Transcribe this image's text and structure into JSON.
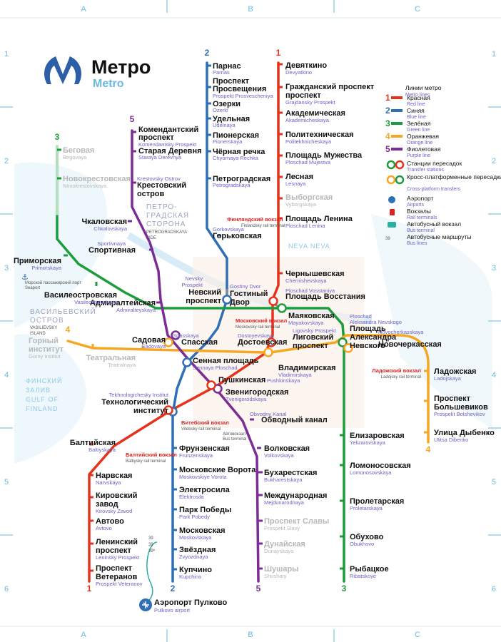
{
  "logo": {
    "title": "Метро",
    "subtitle": "Metro"
  },
  "grid": {
    "columns": [
      "A",
      "B",
      "C"
    ],
    "rows": [
      "1",
      "2",
      "3",
      "4",
      "5",
      "6"
    ]
  },
  "lines": [
    {
      "number": "1",
      "name": "Красная",
      "name_en": "Red line",
      "color": "#e4321b"
    },
    {
      "number": "2",
      "name": "Синяя",
      "name_en": "Blue line",
      "color": "#2f6fb6"
    },
    {
      "number": "3",
      "name": "Зелёная",
      "name_en": "Green line",
      "color": "#1c9c3a"
    },
    {
      "number": "4",
      "name": "Оранжевая",
      "name_en": "Orange line",
      "color": "#f5a623"
    },
    {
      "number": "5",
      "name": "Фиолетовая",
      "name_en": "Purple line",
      "color": "#7b2c95"
    }
  ],
  "legend": {
    "title": "Линии метро",
    "title_en": "Metro lines",
    "transfer": "Станции пересадок",
    "transfer_en": "Transfer stations",
    "cross_platform": "Кросс-платформенные пересадки",
    "cross_platform_en": "Cross-platform transfers",
    "airport": "Аэропорт",
    "airport_en": "Airports",
    "rail": "Вокзалы",
    "rail_en": "Rail terminals",
    "bus_terminal": "Автобусный вокзал",
    "bus_terminal_en": "Bus terminal",
    "bus_routes": "Автобусные маршруты",
    "bus_routes_en": "Bus lines",
    "bus_routes_numbers": "39"
  },
  "stations": {
    "devyatkino": [
      "Девяткино",
      "Devyatkino"
    ],
    "grazhdansky": [
      "Гражданский проспект",
      "Grajdansky Prospekt"
    ],
    "akademicheskaya": [
      "Академическая",
      "Akademicheskaya"
    ],
    "politekhnicheskaya": [
      "Политехническая",
      "Politekhnicheskaya"
    ],
    "muzhestva": [
      "Площадь Мужества",
      "Ploschad Mujestva"
    ],
    "lesnaya": [
      "Лесная",
      "Lesnaya"
    ],
    "vyborgskaya": [
      "Выборгская",
      "Vyborgskaya"
    ],
    "lenina": [
      "Площадь Ленина",
      "Ploschad Lenina"
    ],
    "chernyshevskaya": [
      "Чернышевская",
      "Chernishevskaya"
    ],
    "vosstaniya": [
      "Площадь Восстания",
      "Ploschad Vosstaniya"
    ],
    "parnas": [
      "Парнас",
      "Parnas"
    ],
    "prosvescheniya": [
      "Проспект Просвещения",
      "Prospekt Prosvescheniya"
    ],
    "ozerki": [
      "Озерки",
      "Ozerki"
    ],
    "udelnaya": [
      "Удельная",
      "Udelnaya"
    ],
    "pionerskaya": [
      "Пионерская",
      "Pionerskaya"
    ],
    "chornaya": [
      "Чёрная речка",
      "Chyornaya Rechka"
    ],
    "petrogradskaya": [
      "Петроградская",
      "Petrogradskaya"
    ],
    "gorkovskaya": [
      "Горьковская",
      "Gorkovskaya"
    ],
    "nevsky": [
      "Невский проспект",
      "Nevsky Prospekt"
    ],
    "gostiny": [
      "Гостиный Двор",
      "Gostiny Dvor"
    ],
    "komendantsky": [
      "Комендантский проспект",
      "Komendantsky Prospekt"
    ],
    "staraya": [
      "Старая Деревня",
      "Staraya Derevnya"
    ],
    "krestovsky": [
      "Крестовский остров",
      "Krestovsky Ostrov"
    ],
    "chkalovskaya": [
      "Чкаловская",
      "Chkalovskaya"
    ],
    "sportivnaya": [
      "Спортивная",
      "Sportivnaya"
    ],
    "admiralteyskaya": [
      "Адмиралтейская",
      "Admiralteyskaya"
    ],
    "sadovaya": [
      "Садовая",
      "Sadovaya"
    ],
    "zvenigorodskaya": [
      "Звенигородская",
      "Zvenigorodskaya"
    ],
    "obvodny": [
      "Обводный канал",
      "Obvodny Kanal"
    ],
    "volkovskaya": [
      "Волковская",
      "Volkovskaya"
    ],
    "bukharestskaya": [
      "Бухарестская",
      "Bukharestskaya"
    ],
    "mezhdunarodnaya": [
      "Международная",
      "Mejdunarodnaya"
    ],
    "slavy": [
      "Проспект Славы",
      "Prospekt Slavy"
    ],
    "dunayskaya": [
      "Дунайская",
      "Dunayskaya"
    ],
    "shushary": [
      "Шушары",
      "Shushary"
    ],
    "begovaya": [
      "Беговая",
      "Begovaya"
    ],
    "novokrestovskaya": [
      "Новокрестовская",
      "Novokrestovskaya"
    ],
    "primorskaya": [
      "Приморская",
      "Primorskaya"
    ],
    "vasileostrovskaya": [
      "Василеостровская",
      "Vasileostrovskaya"
    ],
    "mayakovskaya": [
      "Маяковская",
      "Mayakovskaya"
    ],
    "nevskogo": [
      "Площадь Александра Невского",
      "Ploschad Aleksandra Nevskogo"
    ],
    "elizarovskaya": [
      "Елизаровская",
      "Yelizarovskaya"
    ],
    "lomonosovskaya": [
      "Ломоносовская",
      "Lomonosovskaya"
    ],
    "proletarskaya": [
      "Пролетарская",
      "Proletarskaya"
    ],
    "obukhovo": [
      "Обухово",
      "Obukhovo"
    ],
    "rybatskoe": [
      "Рыбацкое",
      "Ribatskoye"
    ],
    "gorny": [
      "Горный институт",
      "Gorny Institut"
    ],
    "teatralnaya": [
      "Театральная",
      "Teatralnaya"
    ],
    "spasskaya": [
      "Спасская",
      "Spasskaya"
    ],
    "dostoevskaya": [
      "Достоевская",
      "Dostoyevskaya"
    ],
    "ligovsky": [
      "Лиговский проспект",
      "Ligovsky Prospekt"
    ],
    "novocherkasskaya": [
      "Новочеркасская",
      "Novocherkasskaya"
    ],
    "ladozhskaya": [
      "Ладожская",
      "Ladojskaya"
    ],
    "bolshevikov": [
      "Проспект Большевиков",
      "Prospekt Bolshevikov"
    ],
    "dybenko": [
      "Улица Дыбенко",
      "Ulitsa Dibenko"
    ],
    "sennaya": [
      "Сенная площадь",
      "Sennaya Ploschad"
    ],
    "tekhnolog": [
      "Технологический институт",
      "Tekhnologichesky Institut"
    ],
    "pushkinskaya": [
      "Пушкинская",
      "Pushkinskaya"
    ],
    "vladimirskaya": [
      "Владимирская",
      "Vladimirskaya"
    ],
    "baltiyskaya": [
      "Балтийская",
      "Baltiyskaya"
    ],
    "narvskaya": [
      "Нарвская",
      "Narvskaya"
    ],
    "kirovsky": [
      "Кировский завод",
      "Kirovsky Zavod"
    ],
    "avtovo": [
      "Автово",
      "Avtovo"
    ],
    "leninsky": [
      "Ленинский проспект",
      "Leninsky Prospekt"
    ],
    "veteranov": [
      "Проспект Ветеранов",
      "Prospekt Veteranov"
    ],
    "frunzenskaya": [
      "Фрунзенская",
      "Frunzenskaya"
    ],
    "moskovskie": [
      "Московские Ворота",
      "Moskovskiye Vorota"
    ],
    "elektrosila": [
      "Электросила",
      "Elektrosila"
    ],
    "pobedy": [
      "Парк Победы",
      "Park Pobedy"
    ],
    "moskovskaya": [
      "Московская",
      "Moskovskaya"
    ],
    "zvyozdnaya": [
      "Звёздная",
      "Zvyozdnaya"
    ],
    "kupchino": [
      "Купчино",
      "Kupchino"
    ],
    "pulkovo": [
      "Аэропорт Пулково",
      "Pulkovo airport"
    ]
  },
  "rail_terminals": {
    "finlyandsky": [
      "Финляндский вокзал",
      "Finlandsky rail terminal"
    ],
    "moskovsky": [
      "Московский вокзал",
      "Moskovsky rail terminal"
    ],
    "vitebsky": [
      "Витебский вокзал",
      "Vitebsky rail terminal"
    ],
    "baltiysky": [
      "Балтийский вокзал",
      "Baltiysky rail terminal"
    ],
    "ladozhsky": [
      "Ладожский вокзал",
      "Ladojsky rail terminal"
    ],
    "avtovokzal": [
      "Автовокзал",
      "Bus terminal"
    ],
    "seaport": [
      "Морской пассажирский порт",
      "Seaport"
    ]
  },
  "districts": {
    "petrograd": [
      "ПЕТРО-",
      "ГРАДСКАЯ",
      "СТОРОНА",
      "PETROGRADSKAYA",
      "SIDE"
    ],
    "vasilevsky": [
      "ВАСИЛЬЕВСКИЙ",
      "ОСТРОВ",
      "VASILIEVSKY",
      "ISLAND"
    ],
    "gulf": [
      "ФИНСКИЙ",
      "ЗАЛИВ",
      "GULF OF",
      "FINLAND"
    ],
    "neva": "NEVA NEVA"
  },
  "bus_route_labels": [
    "39",
    "39",
    "39ª"
  ]
}
